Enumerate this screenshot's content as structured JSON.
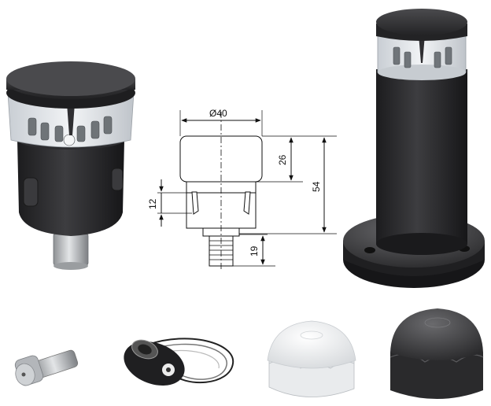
{
  "drawing": {
    "dimensions": {
      "diameter": "Ø40",
      "cap_height": "26",
      "total_height": "54",
      "clip_height": "12",
      "thread_length": "19"
    }
  },
  "colors": {
    "housing": "#2b2b2d",
    "housing_light": "#4a4a4d",
    "lens": "#d8dde2",
    "metal": "#b9bcc0",
    "white_cap": "#f3f4f5",
    "line": "#111111"
  },
  "products": {
    "top_row": [
      "signal-tower-module",
      "dimension-drawing",
      "bollard-light"
    ],
    "bottom_row": [
      "bayonet-led-bulb",
      "cable-connector",
      "white-dome-cap",
      "grey-dome-cap"
    ]
  }
}
